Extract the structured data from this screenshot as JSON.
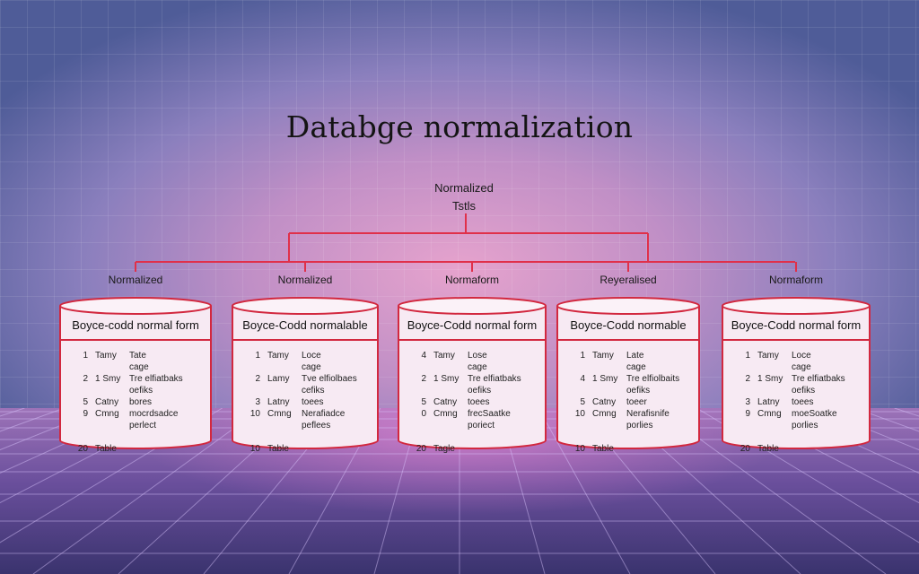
{
  "title": "Databge normalization",
  "root": {
    "line1": "Normalized",
    "line2": "Tstls"
  },
  "colors": {
    "connector": "#e0304a",
    "border": "#d2283f",
    "fill": "#f7eaf3"
  },
  "columns": [
    {
      "label": "Normalized",
      "header": "Boyce-codd normal form",
      "rows": [
        {
          "num": "1",
          "name": "Tamy",
          "desc": "Tate"
        },
        {
          "num": "",
          "name": "",
          "desc": "cage"
        },
        {
          "num": "2",
          "name": "1 Smy",
          "desc": "Tre elfiatbaks"
        },
        {
          "num": "",
          "name": "",
          "desc": "oefiks"
        },
        {
          "num": "5",
          "name": "Catny",
          "desc": "bores"
        },
        {
          "num": "9",
          "name": "Cmng",
          "desc": "mocrdsadce"
        },
        {
          "num": "",
          "name": "",
          "desc": "perlect"
        },
        {
          "num": "",
          "name": "",
          "desc": ""
        },
        {
          "num": "20",
          "name": "Table",
          "desc": ""
        }
      ]
    },
    {
      "label": "Normalized",
      "header": "Boyce-Codd normalable",
      "rows": [
        {
          "num": "1",
          "name": "Tamy",
          "desc": "Loce"
        },
        {
          "num": "",
          "name": "",
          "desc": "cage"
        },
        {
          "num": "2",
          "name": "Lamy",
          "desc": "Tve elfiolbaes"
        },
        {
          "num": "",
          "name": "",
          "desc": "cefiks"
        },
        {
          "num": "3",
          "name": "Latny",
          "desc": "toees"
        },
        {
          "num": "10",
          "name": "Cmng",
          "desc": "Nerafiadce"
        },
        {
          "num": "",
          "name": "",
          "desc": "peflees"
        },
        {
          "num": "",
          "name": "",
          "desc": ""
        },
        {
          "num": "10",
          "name": "Table",
          "desc": ""
        }
      ]
    },
    {
      "label": "Normaform",
      "header": "Boyce-Codd normal form",
      "rows": [
        {
          "num": "4",
          "name": "Tamy",
          "desc": "Lose"
        },
        {
          "num": "",
          "name": "",
          "desc": "cage"
        },
        {
          "num": "2",
          "name": "1 Smy",
          "desc": "Tre elfiatbaks"
        },
        {
          "num": "",
          "name": "",
          "desc": "oefiks"
        },
        {
          "num": "5",
          "name": "Catny",
          "desc": "toees"
        },
        {
          "num": "0",
          "name": "Cmng",
          "desc": "frecSaatke"
        },
        {
          "num": "",
          "name": "",
          "desc": "poriect"
        },
        {
          "num": "",
          "name": "",
          "desc": ""
        },
        {
          "num": "20",
          "name": "Tagle",
          "desc": ""
        }
      ]
    },
    {
      "label": "Reyeralised",
      "header": "Boyce-Codd normable",
      "rows": [
        {
          "num": "1",
          "name": "Tamy",
          "desc": "Late"
        },
        {
          "num": "",
          "name": "",
          "desc": "cage"
        },
        {
          "num": "4",
          "name": "1 Smy",
          "desc": "Tre elfiolbaits"
        },
        {
          "num": "",
          "name": "",
          "desc": "oefiks"
        },
        {
          "num": "5",
          "name": "Catny",
          "desc": "toeer"
        },
        {
          "num": "10",
          "name": "Cmng",
          "desc": "Nerafisnife"
        },
        {
          "num": "",
          "name": "",
          "desc": "porlies"
        },
        {
          "num": "",
          "name": "",
          "desc": ""
        },
        {
          "num": "10",
          "name": "Table",
          "desc": ""
        }
      ]
    },
    {
      "label": "Normaform",
      "header": "Boyce-Codd normal form",
      "rows": [
        {
          "num": "1",
          "name": "Tamy",
          "desc": "Loce"
        },
        {
          "num": "",
          "name": "",
          "desc": "cage"
        },
        {
          "num": "2",
          "name": "1 Smy",
          "desc": "Tre elfiatbaks"
        },
        {
          "num": "",
          "name": "",
          "desc": "oefiks"
        },
        {
          "num": "3",
          "name": "Latny",
          "desc": "toees"
        },
        {
          "num": "9",
          "name": "Cmng",
          "desc": "moeSoatke"
        },
        {
          "num": "",
          "name": "",
          "desc": "porlies"
        },
        {
          "num": "",
          "name": "",
          "desc": ""
        },
        {
          "num": "20",
          "name": "Table",
          "desc": ""
        }
      ]
    }
  ]
}
